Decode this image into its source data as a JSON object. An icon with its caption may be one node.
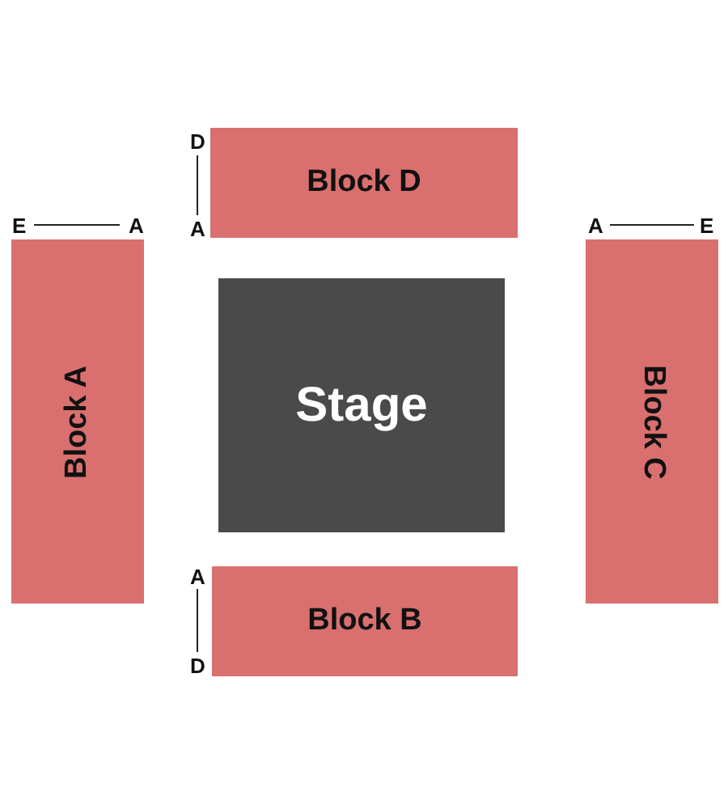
{
  "diagram": {
    "nodes": [
      {
        "text": [
          "Block D"
        ],
        "beside": [
          "D",
          "A"
        ]
      },
      {
        "text": [
          "Block A"
        ],
        "beside": [
          "E",
          "A"
        ]
      },
      {
        "text": [
          "Stage"
        ]
      },
      {
        "text": [
          "Block C"
        ],
        "beside": [
          "A",
          "E"
        ]
      },
      {
        "text": [
          "Block B"
        ],
        "beside": [
          "A",
          "D"
        ]
      }
    ]
  }
}
